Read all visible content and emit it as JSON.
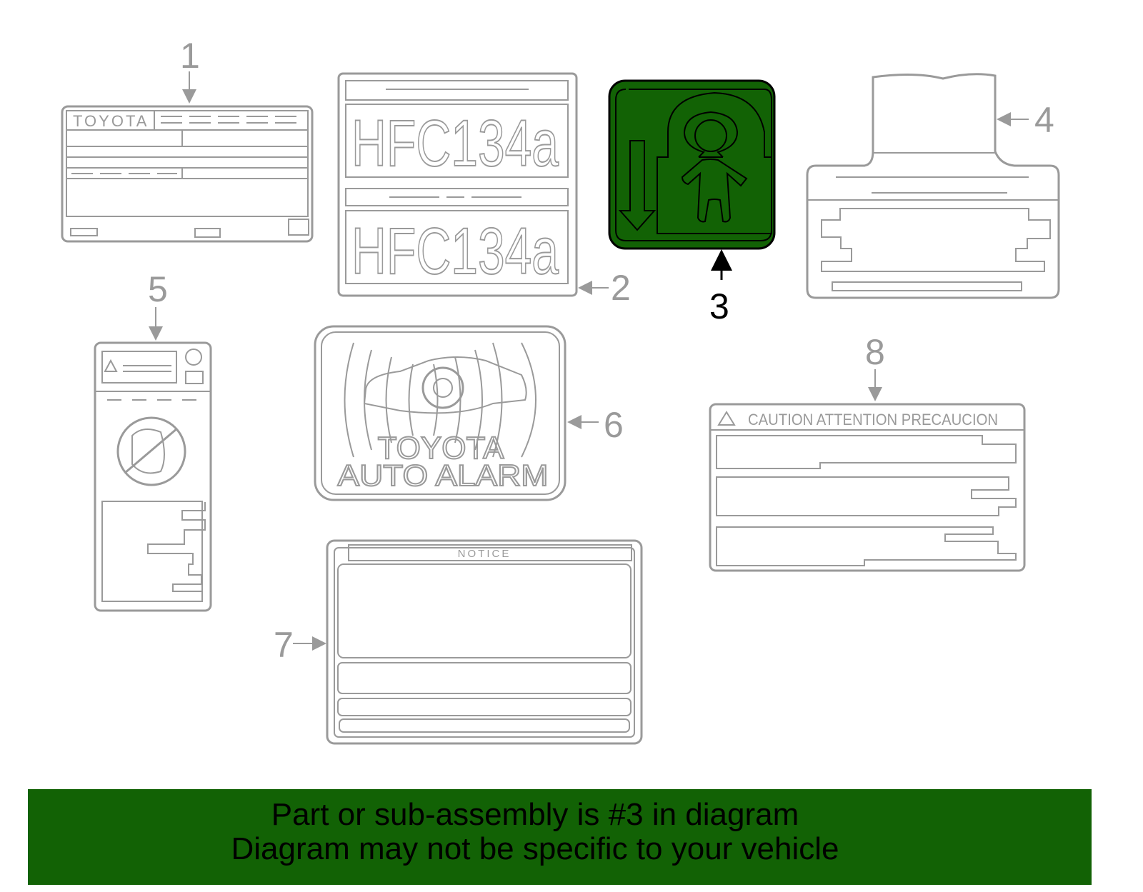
{
  "diagram": {
    "callouts": [
      {
        "id": "1",
        "highlighted": false
      },
      {
        "id": "2",
        "highlighted": false
      },
      {
        "id": "3",
        "highlighted": true
      },
      {
        "id": "4",
        "highlighted": false
      },
      {
        "id": "5",
        "highlighted": false
      },
      {
        "id": "6",
        "highlighted": false
      },
      {
        "id": "7",
        "highlighted": false
      },
      {
        "id": "8",
        "highlighted": false
      }
    ],
    "part1_brand": "TOYOTA",
    "part2_text": "HFC134a",
    "part6_line1": "TOYOTA",
    "part6_line2": "AUTO ALARM",
    "part7_header": "NOTICE",
    "part8_header": "CAUTION  ATTENTION  PRECAUCION",
    "colors": {
      "highlight": "#126205",
      "line": "#9a9a9a",
      "highlight_outline": "#000000"
    }
  },
  "banner": {
    "line1": "Part or sub-assembly is #3 in diagram",
    "line2": "Diagram may not be specific to your vehicle"
  }
}
